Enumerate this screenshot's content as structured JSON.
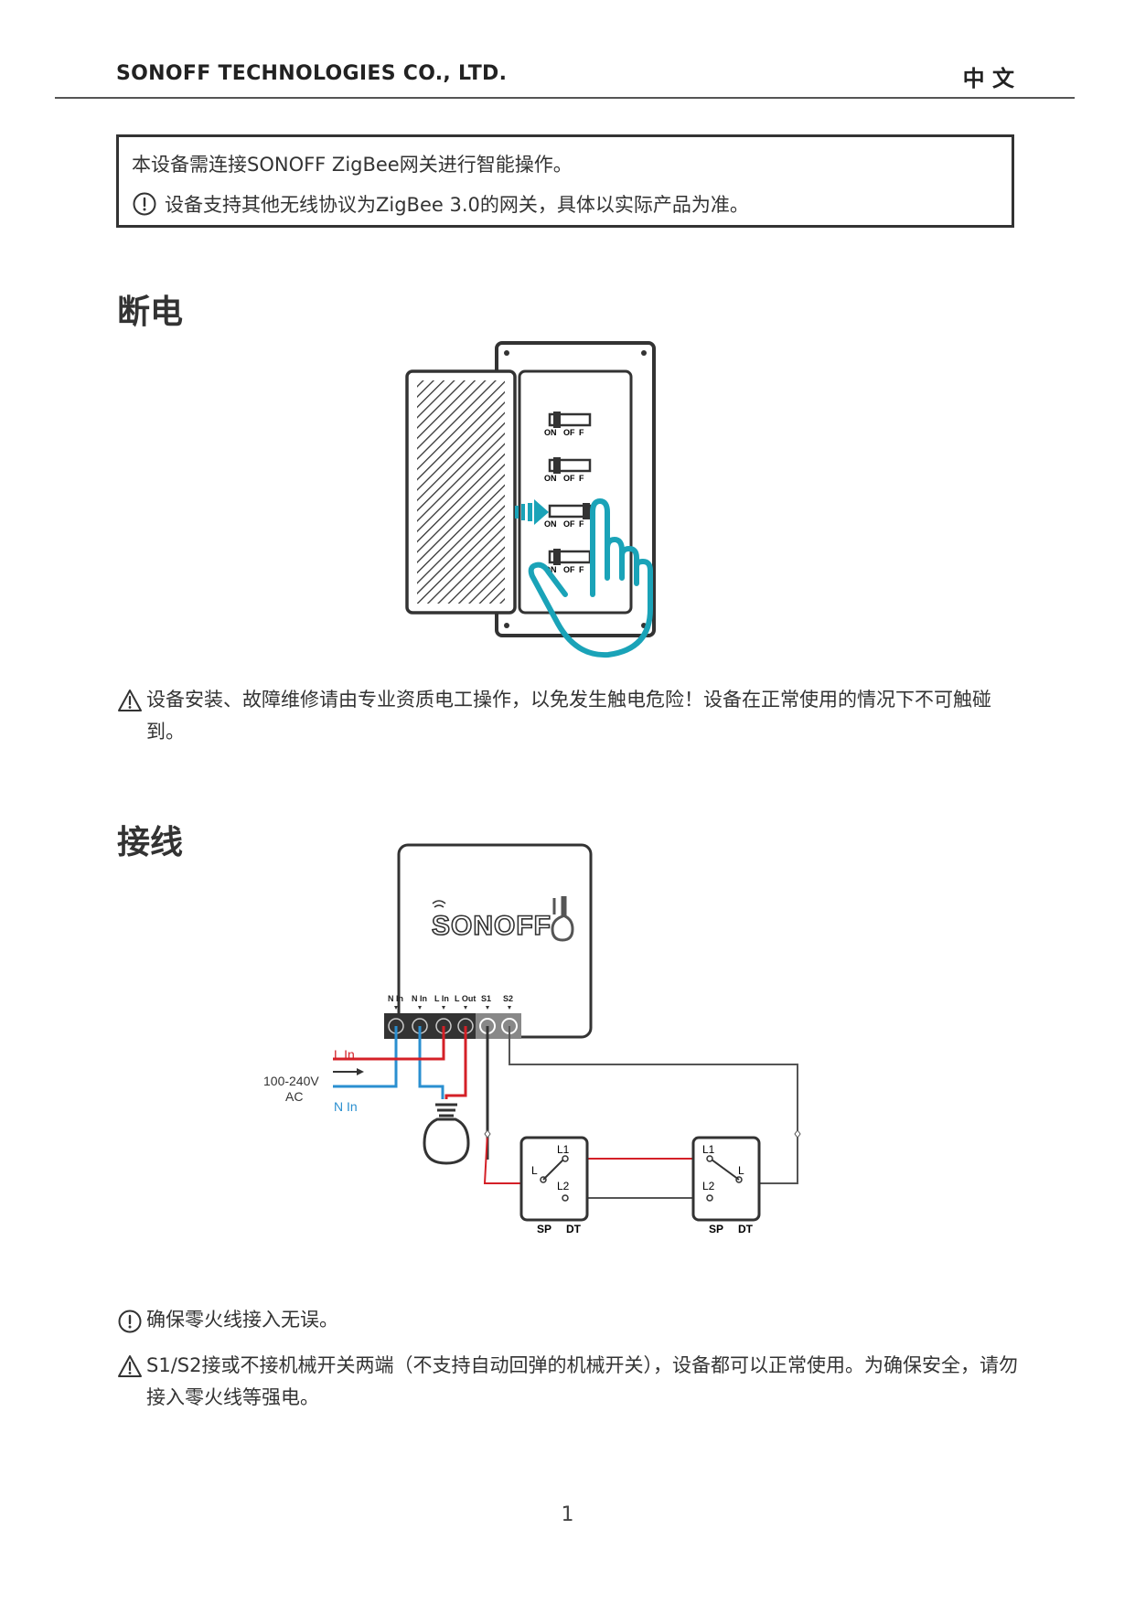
{
  "header": {
    "company": "SONOFF TECHNOLOGIES CO., LTD.",
    "language": "中 文"
  },
  "notice": {
    "line1": "本设备需连接SONOFF ZigBee网关进行智能操作。",
    "line2": "设备支持其他无线协议为ZigBee 3.0的网关，具体以实际产品为准。",
    "line2_icon": "info-circle-icon"
  },
  "section_power_off": {
    "title": "断电",
    "breaker_labels": [
      "ON",
      "OF",
      "F"
    ],
    "warning_icon": "warning-triangle-icon",
    "warning_text": "设备安装、故障维修请由专业资质电工操作，以免发生触电危险！设备在正常使用的情况下不可触碰到。"
  },
  "section_wiring": {
    "title": "接线",
    "device_brand": "SONOFF",
    "terminals": [
      "N In",
      "N In",
      "L In",
      "L Out",
      "S1",
      "S2"
    ],
    "wire_labels": {
      "l_in": "L In",
      "n_in": "N In",
      "voltage": "100-240V",
      "ac": "AC"
    },
    "switch_labels": {
      "l1": "L1",
      "l2": "L2",
      "l": "L",
      "sp": "SP",
      "dt": "DT"
    },
    "colors": {
      "live": "#d42027",
      "neutral": "#2a8fd0",
      "switch_wire": "#555555",
      "accent_teal": "#1aa3b8"
    },
    "note_icon": "info-circle-icon",
    "note_text": "确保零火线接入无误。",
    "warning_icon": "warning-triangle-icon",
    "warning_text": "S1/S2接或不接机械开关两端（不支持自动回弹的机械开关），设备都可以正常使用。为确保安全，请勿接入零火线等强电。"
  },
  "page_number": "1"
}
